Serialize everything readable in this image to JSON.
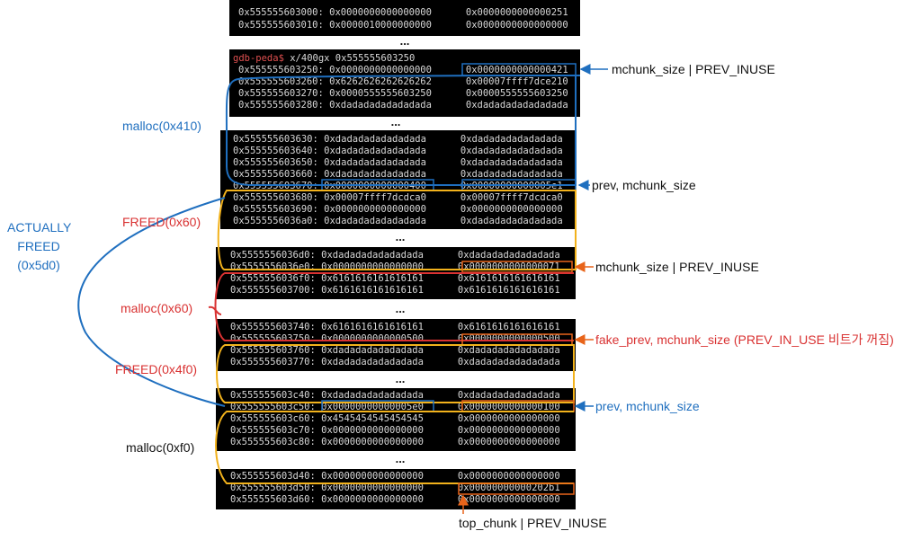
{
  "terminal_top": {
    "lines": [
      {
        "addr": "0x555555603000:",
        "v1": "0x0000000000000000",
        "v2": "0x0000000000000251"
      },
      {
        "addr": "0x555555603010:",
        "v1": "0x0000010000000000",
        "v2": "0x0000000000000000"
      }
    ]
  },
  "terminal_main": {
    "prompt": "gdb-peda$",
    "command": "x/400gx 0x555555603250",
    "block1": [
      {
        "addr": "0x555555603250:",
        "v1": "0x0000000000000000",
        "v2": "0x0000000000000421"
      },
      {
        "addr": "0x555555603260:",
        "v1": "0x6262626262626262",
        "v2": "0x00007ffff7dce210"
      },
      {
        "addr": "0x555555603270:",
        "v1": "0x0000555555603250",
        "v2": "0x0000555555603250"
      },
      {
        "addr": "0x555555603280:",
        "v1": "0xdadadadadadadada",
        "v2": "0xdadadadadadadada"
      }
    ]
  },
  "terminal_b2": [
    {
      "addr": "0x555555603630:",
      "v1": "0xdadadadadadadada",
      "v2": "0xdadadadadadadada"
    },
    {
      "addr": "0x555555603640:",
      "v1": "0xdadadadadadadada",
      "v2": "0xdadadadadadadada"
    },
    {
      "addr": "0x555555603650:",
      "v1": "0xdadadadadadadada",
      "v2": "0xdadadadadadadada"
    },
    {
      "addr": "0x555555603660:",
      "v1": "0xdadadadadadadada",
      "v2": "0xdadadadadadadada"
    },
    {
      "addr": "0x555555603670:",
      "v1": "0x0000000000000400",
      "v2": "0x00000000000005e1"
    },
    {
      "addr": "0x555555603680:",
      "v1": "0x00007ffff7dcdca0",
      "v2": "0x00007ffff7dcdca0"
    },
    {
      "addr": "0x555555603690:",
      "v1": "0x0000000000000000",
      "v2": "0x0000000000000000"
    },
    {
      "addr": "0x5555556036a0:",
      "v1": "0xdadadadadadadada",
      "v2": "0xdadadadadadadada"
    }
  ],
  "terminal_b3": [
    {
      "addr": "0x5555556036d0:",
      "v1": "0xdadadadadadadada",
      "v2": "0xdadadadadadadada"
    },
    {
      "addr": "0x5555556036e0:",
      "v1": "0x0000000000000000",
      "v2": "0x0000000000000071"
    },
    {
      "addr": "0x5555556036f0:",
      "v1": "0x6161616161616161",
      "v2": "0x6161616161616161"
    },
    {
      "addr": "0x555555603700:",
      "v1": "0x6161616161616161",
      "v2": "0x6161616161616161"
    }
  ],
  "terminal_b4": [
    {
      "addr": "0x555555603740:",
      "v1": "0x6161616161616161",
      "v2": "0x6161616161616161"
    },
    {
      "addr": "0x555555603750:",
      "v1": "0x0000000000000500",
      "v2": "0x0000000000000500"
    },
    {
      "addr": "0x555555603760:",
      "v1": "0xdadadadadadadada",
      "v2": "0xdadadadadadadada"
    },
    {
      "addr": "0x555555603770:",
      "v1": "0xdadadadadadadada",
      "v2": "0xdadadadadadadada"
    }
  ],
  "terminal_b5": [
    {
      "addr": "0x555555603c40:",
      "v1": "0xdadadadadadadada",
      "v2": "0xdadadadadadadada"
    },
    {
      "addr": "0x555555603c50:",
      "v1": "0x00000000000005e0",
      "v2": "0x0000000000000100"
    },
    {
      "addr": "0x555555603c60:",
      "v1": "0x4545454545454545",
      "v2": "0x0000000000000000"
    },
    {
      "addr": "0x555555603c70:",
      "v1": "0x0000000000000000",
      "v2": "0x0000000000000000"
    },
    {
      "addr": "0x555555603c80:",
      "v1": "0x0000000000000000",
      "v2": "0x0000000000000000"
    }
  ],
  "terminal_b6": [
    {
      "addr": "0x555555603d40:",
      "v1": "0x0000000000000000",
      "v2": "0x0000000000000000"
    },
    {
      "addr": "0x555555603d50:",
      "v1": "0x0000000000000000",
      "v2": "0x00000000000202b1"
    },
    {
      "addr": "0x555555603d60:",
      "v1": "0x0000000000000000",
      "v2": "0x0000000000000000"
    }
  ],
  "ellipsis": "...",
  "labels": {
    "mchunk_size_1": "mchunk_size | PREV_INUSE",
    "prev_mchunk_size_1": "prev, mchunk_size",
    "mchunk_size_2": "mchunk_size | PREV_INUSE",
    "fake_prev": "fake_prev, mchunk_size (PREV_IN_USE 비트가 꺼짐)",
    "prev_mchunk_size_2": "prev, mchunk_size",
    "top_chunk": "top_chunk | PREV_INUSE",
    "malloc_410": "malloc(0x410)",
    "freed_60": "FREED(0x60)",
    "actually_1": "ACTUALLY",
    "actually_2": "FREED",
    "actually_3": "(0x5d0)",
    "malloc_60": "malloc(0x60)",
    "freed_4f0": "FREED(0x4f0)",
    "malloc_f0": "malloc(0xf0)"
  },
  "colors": {
    "blue": "#1f6fbf",
    "red": "#d93232",
    "orange": "#e8941a",
    "yellow": "#f2b21c",
    "terminal_bg": "#000000",
    "terminal_text": "#d8d8d8"
  }
}
